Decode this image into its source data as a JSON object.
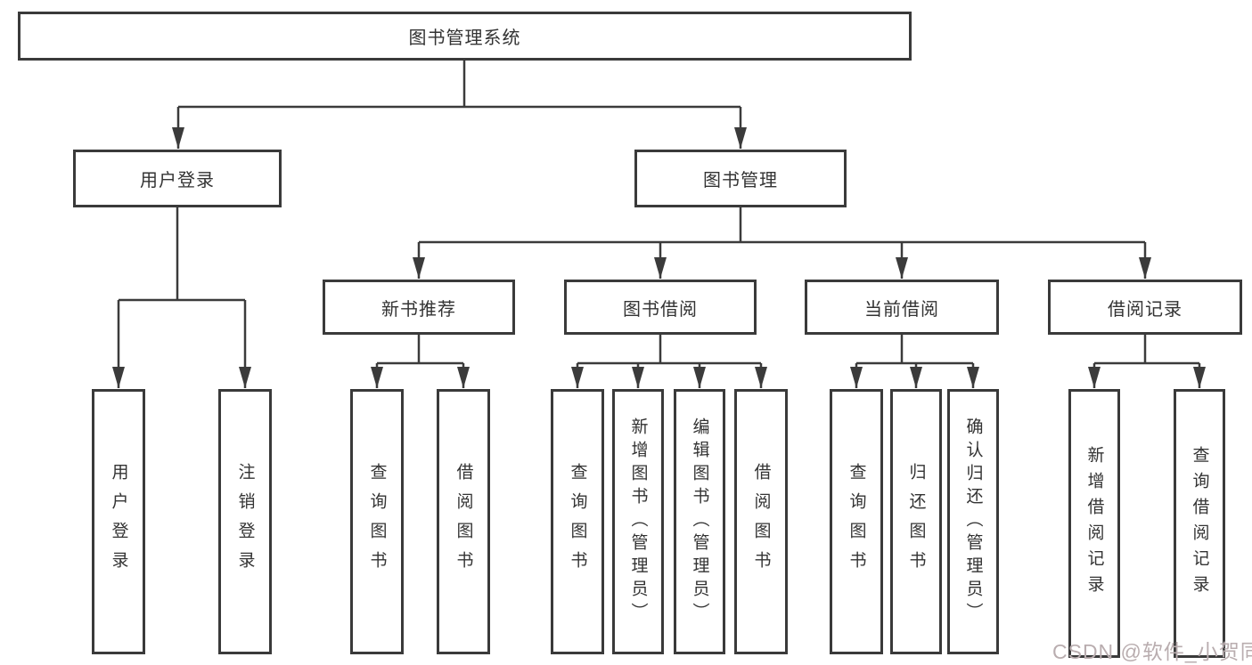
{
  "tree": {
    "root": {
      "label": "图书管理系统"
    },
    "children": [
      {
        "label": "用户登录",
        "children": [
          {
            "label": "用户登录"
          },
          {
            "label": "注销登录"
          }
        ]
      },
      {
        "label": "图书管理",
        "children": [
          {
            "label": "新书推荐",
            "children": [
              {
                "label": "查询图书"
              },
              {
                "label": "借阅图书"
              }
            ]
          },
          {
            "label": "图书借阅",
            "children": [
              {
                "label": "查询图书"
              },
              {
                "label": "新增图书（管理员）"
              },
              {
                "label": "编辑图书（管理员）"
              },
              {
                "label": "借阅图书"
              }
            ]
          },
          {
            "label": "当前借阅",
            "children": [
              {
                "label": "查询图书"
              },
              {
                "label": "归还图书"
              },
              {
                "label": "确认归还（管理员）"
              }
            ]
          },
          {
            "label": "借阅记录",
            "children": [
              {
                "label": "新增借阅记录"
              },
              {
                "label": "查询借阅记录"
              }
            ]
          }
        ]
      }
    ]
  },
  "watermark": {
    "text": "CSDN @软件_小贺同学"
  },
  "colors": {
    "line": "#3b3b3b",
    "box_border": "#3a3a3a",
    "text": "#333333",
    "watermark": "#b9adaf",
    "background": "#ffffff"
  }
}
